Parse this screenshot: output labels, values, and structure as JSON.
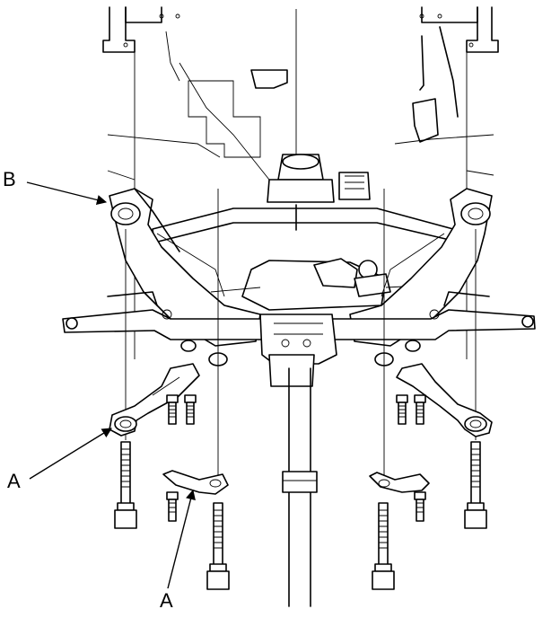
{
  "callouts": {
    "b_label": "B",
    "a_left_label": "A",
    "a_bottom_label": "A"
  },
  "colors": {
    "line": "#000000",
    "background": "#ffffff"
  }
}
